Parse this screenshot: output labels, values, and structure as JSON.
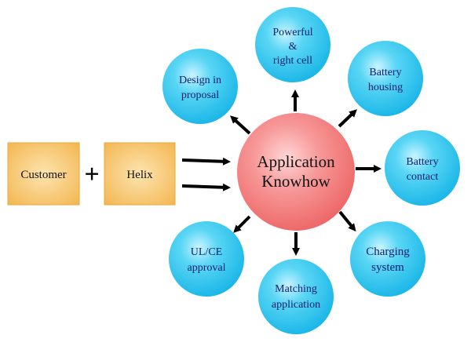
{
  "diagram": {
    "center_label": [
      "Application",
      "Knowhow"
    ],
    "inputs": {
      "customer": "Customer",
      "plus": "+",
      "helix": "Helix"
    },
    "satellites": {
      "top": [
        "Powerful",
        "&",
        "right cell"
      ],
      "top_left": [
        "Design in",
        "proposal"
      ],
      "top_right": [
        "Battery",
        "housing"
      ],
      "right": [
        "Battery",
        "contact"
      ],
      "bottom_left": [
        "UL/CE",
        "approval"
      ],
      "bottom": [
        "Matching",
        "application"
      ],
      "bottom_right": [
        "Charging",
        "system"
      ]
    },
    "colors": {
      "satellite_fill": "#33c8f0",
      "satellite_edge": "#16a9dc",
      "satellite_highlight": "#c9f4ff",
      "satellite_text": "#12206e",
      "center_fill": "#f47a7a",
      "center_highlight": "#ffd6d6",
      "center_text": "#111111",
      "box_fill": "#f7c46a",
      "box_highlight": "#fde4b0",
      "arrow": "#000000"
    }
  }
}
